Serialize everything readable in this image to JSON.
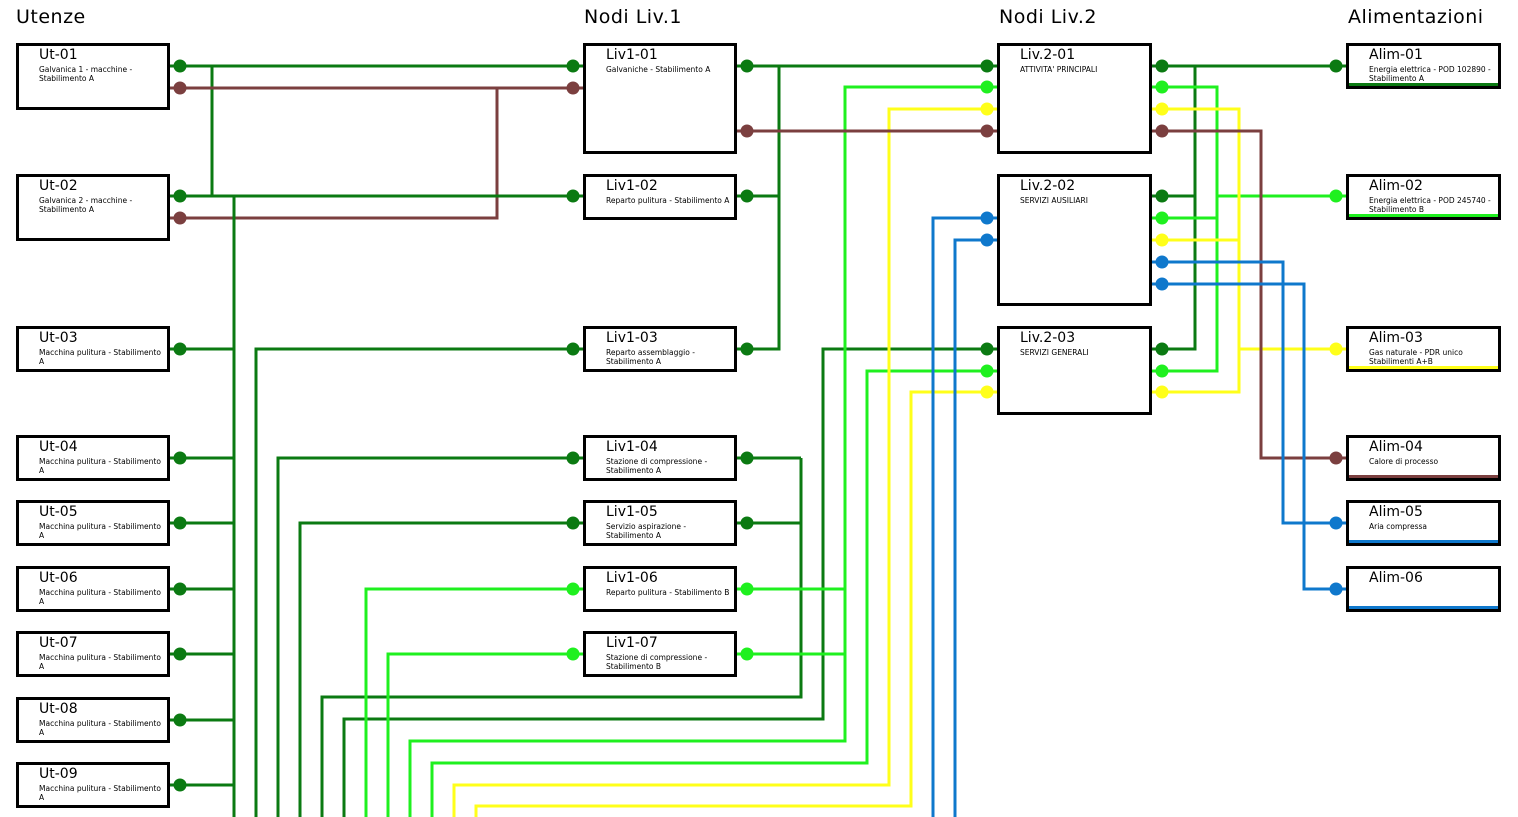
{
  "headers": {
    "utenze": "Utenze",
    "liv1": "Nodi Liv.1",
    "liv2": "Nodi Liv.2",
    "alim": "Alimentazioni"
  },
  "colors": {
    "dark_green": "#0b7a12",
    "light_green": "#1ff01f",
    "brown": "#7b3f3f",
    "yellow": "#ffff1a",
    "blue": "#0f78cc"
  },
  "utenze": [
    {
      "id": "Ut-01",
      "desc": "Galvanica 1 - macchine - Stabilimento A"
    },
    {
      "id": "Ut-02",
      "desc": "Galvanica 2 - macchine - Stabilimento A"
    },
    {
      "id": "Ut-03",
      "desc": "Macchina pulitura - Stabilimento A"
    },
    {
      "id": "Ut-04",
      "desc": "Macchina pulitura - Stabilimento A"
    },
    {
      "id": "Ut-05",
      "desc": "Macchina pulitura - Stabilimento A"
    },
    {
      "id": "Ut-06",
      "desc": "Macchina pulitura - Stabilimento A"
    },
    {
      "id": "Ut-07",
      "desc": "Macchina pulitura - Stabilimento A"
    },
    {
      "id": "Ut-08",
      "desc": "Macchina pulitura - Stabilimento A"
    },
    {
      "id": "Ut-09",
      "desc": "Macchina pulitura - Stabilimento A"
    }
  ],
  "liv1": [
    {
      "id": "Liv1-01",
      "desc": "Galvaniche - Stabilimento A"
    },
    {
      "id": "Liv1-02",
      "desc": "Reparto pulitura - Stabilimento A"
    },
    {
      "id": "Liv1-03",
      "desc": "Reparto assemblaggio - Stabilimento A"
    },
    {
      "id": "Liv1-04",
      "desc": "Stazione di compressione - Stabilimento A"
    },
    {
      "id": "Liv1-05",
      "desc": "Servizio aspirazione - Stabilimento A"
    },
    {
      "id": "Liv1-06",
      "desc": "Reparto pulitura - Stabilimento B"
    },
    {
      "id": "Liv1-07",
      "desc": "Stazione di compressione - Stabilimento B"
    }
  ],
  "liv2": [
    {
      "id": "Liv.2-01",
      "desc": "ATTIVITA' PRINCIPALI"
    },
    {
      "id": "Liv.2-02",
      "desc": "SERVIZI AUSILIARI"
    },
    {
      "id": "Liv.2-03",
      "desc": "SERVIZI GENERALI"
    }
  ],
  "alim": [
    {
      "id": "Alim-01",
      "desc": "Energia elettrica - POD 102890 - Stabilimento A"
    },
    {
      "id": "Alim-02",
      "desc": "Energia elettrica - POD 245740 - Stabilimento B"
    },
    {
      "id": "Alim-03",
      "desc": "Gas naturale - PDR unico Stabilimenti A+B"
    },
    {
      "id": "Alim-04",
      "desc": "Calore di processo"
    },
    {
      "id": "Alim-05",
      "desc": "Aria compressa"
    },
    {
      "id": "Alim-06",
      "desc": ""
    }
  ]
}
